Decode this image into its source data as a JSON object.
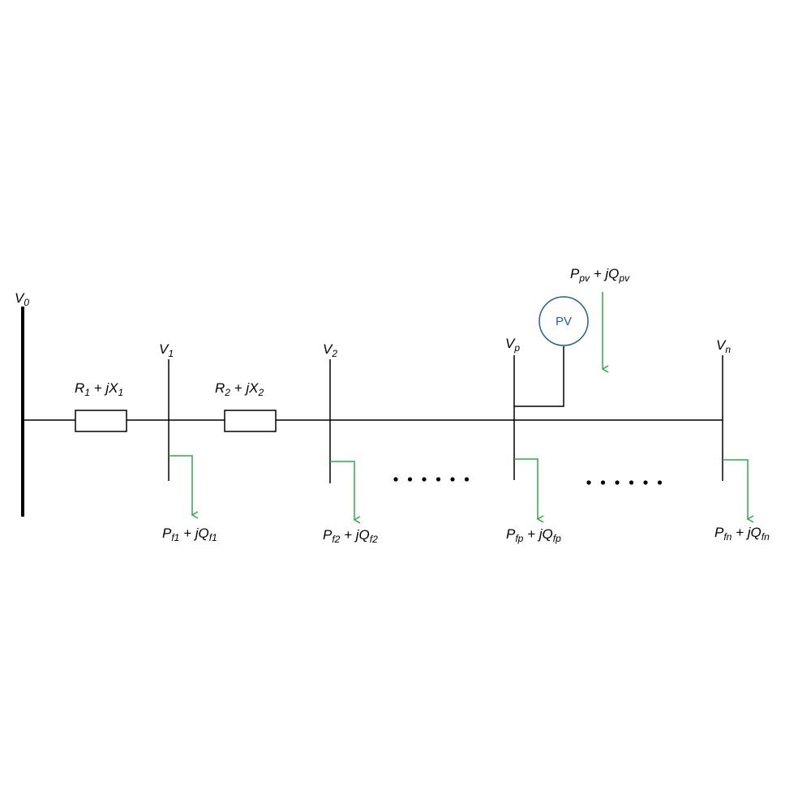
{
  "colors": {
    "line": "#000000",
    "load_arrow": "#2eaa4a",
    "pv": "#1f5fa8",
    "background": "#ffffff"
  },
  "source_bus": {
    "label_main": "V",
    "label_sub": "0"
  },
  "buses": [
    {
      "label_main": "V",
      "label_sub": "1",
      "load": {
        "p_sub": "f1",
        "q_sub": "f1"
      }
    },
    {
      "label_main": "V",
      "label_sub": "2",
      "load": {
        "p_sub": "f2",
        "q_sub": "f2"
      }
    },
    {
      "label_main": "V",
      "label_sub": "p",
      "load": {
        "p_sub": "fp",
        "q_sub": "fp"
      }
    },
    {
      "label_main": "V",
      "label_sub": "n",
      "load": {
        "p_sub": "fn",
        "q_sub": "fn"
      }
    }
  ],
  "load_label": {
    "p_main": "P",
    "plus": " + ",
    "q_main": "jQ"
  },
  "impedances": [
    {
      "r_main": "R",
      "r_sub": "1",
      "plus": " + ",
      "x_main": "jX",
      "x_sub": "1"
    },
    {
      "r_main": "R",
      "r_sub": "2",
      "plus": " + ",
      "x_main": "jX",
      "x_sub": "2"
    }
  ],
  "pv": {
    "text": "PV",
    "power": {
      "p_main": "P",
      "p_sub": "pv",
      "plus": " + ",
      "q_main": "jQ",
      "q_sub": "pv"
    }
  },
  "ellipsis_dots": 6
}
